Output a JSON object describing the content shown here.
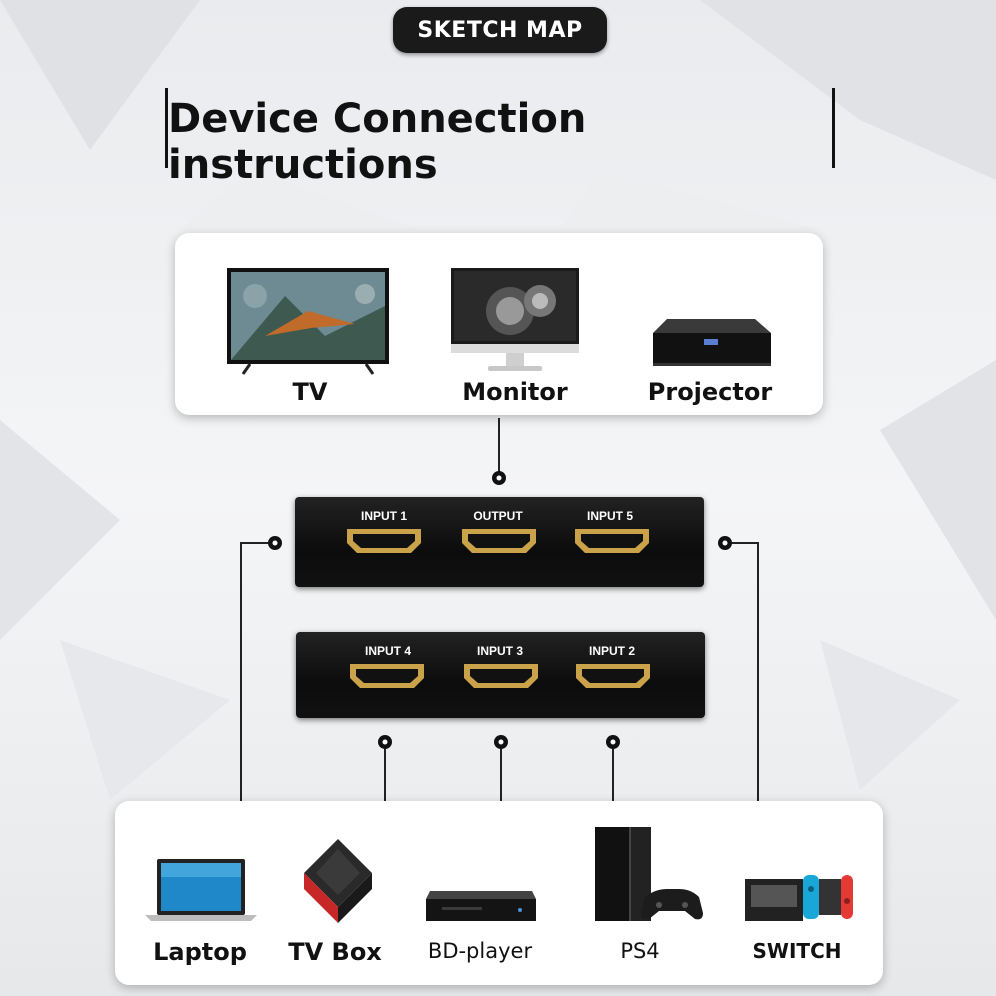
{
  "header": {
    "badge": "SKETCH MAP",
    "title": "Device Connection instructions"
  },
  "outputs": [
    {
      "label": "TV",
      "icon": "tv-icon"
    },
    {
      "label": "Monitor",
      "icon": "monitor-icon"
    },
    {
      "label": "Projector",
      "icon": "projector-icon"
    }
  ],
  "switch": {
    "top_ports": [
      "INPUT 1",
      "OUTPUT",
      "INPUT 5"
    ],
    "bottom_ports": [
      "INPUT 4",
      "INPUT 3",
      "INPUT 2"
    ]
  },
  "inputs": [
    {
      "label": "Laptop",
      "icon": "laptop-icon"
    },
    {
      "label": "TV Box",
      "icon": "tv-box-icon"
    },
    {
      "label": "BD-player",
      "icon": "bd-player-icon"
    },
    {
      "label": "PS4",
      "icon": "ps4-icon"
    },
    {
      "label": "SWITCH",
      "icon": "nintendo-switch-icon"
    }
  ]
}
